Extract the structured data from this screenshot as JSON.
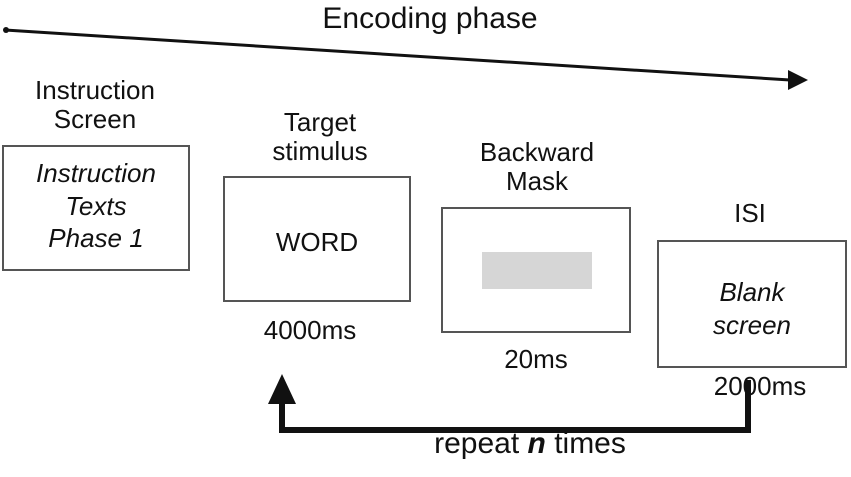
{
  "title": "Encoding phase",
  "stages": {
    "instruction": {
      "label_lines": [
        "Instruction",
        "Screen"
      ],
      "content_lines": [
        "Instruction",
        "Texts",
        "Phase 1"
      ]
    },
    "target": {
      "label_lines": [
        "Target",
        "stimulus"
      ],
      "content": "WORD",
      "duration": "4000ms"
    },
    "mask": {
      "label_lines": [
        "Backward",
        "Mask"
      ],
      "duration": "20ms",
      "mask_color": "#d6d6d6"
    },
    "isi": {
      "label": "ISI",
      "content_lines": [
        "Blank",
        "screen"
      ],
      "duration": "2000ms"
    }
  },
  "repeat": {
    "prefix": "repeat ",
    "n": "n",
    "suffix": " times"
  },
  "colors": {
    "arrow": "#111111",
    "box_border": "#555555"
  }
}
